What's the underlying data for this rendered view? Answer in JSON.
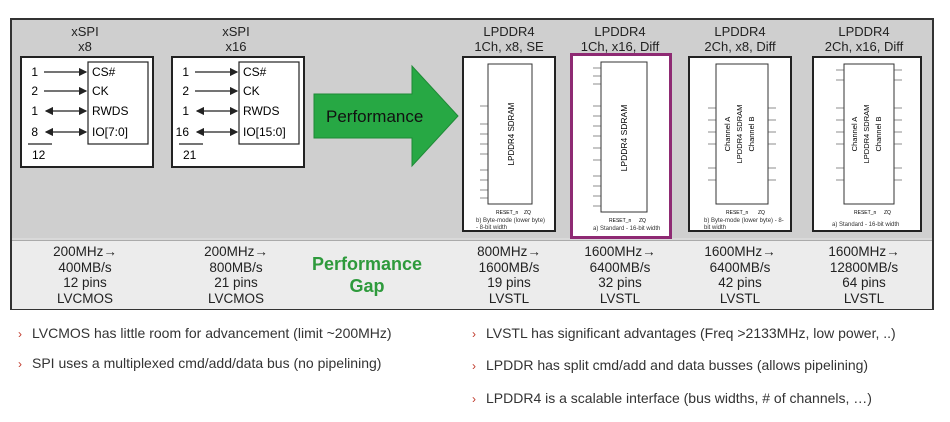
{
  "columns": [
    {
      "title": "xSPI",
      "subtitle": "x8"
    },
    {
      "title": "xSPI",
      "subtitle": "x16"
    },
    {
      "title": "LPDDR4",
      "subtitle": "1Ch, x8, SE"
    },
    {
      "title": "LPDDR4",
      "subtitle": "1Ch, x16, Diff"
    },
    {
      "title": "LPDDR4",
      "subtitle": "2Ch, x8, Diff"
    },
    {
      "title": "LPDDR4",
      "subtitle": "2Ch, x16, Diff"
    }
  ],
  "xspi_x8": {
    "signals": [
      {
        "count": "1",
        "name": "CS#"
      },
      {
        "count": "2",
        "name": "CK"
      },
      {
        "count": "1",
        "name": "RWDS"
      },
      {
        "count": "8",
        "name": "IO[7:0]"
      }
    ],
    "total": "12"
  },
  "xspi_x16": {
    "signals": [
      {
        "count": "1",
        "name": "CS#"
      },
      {
        "count": "2",
        "name": "CK"
      },
      {
        "count": "1",
        "name": "RWDS"
      },
      {
        "count": "16",
        "name": "IO[15:0]"
      }
    ],
    "total": "21"
  },
  "arrow_label": "Performance",
  "chip_label": "LPDDR4 SDRAM",
  "channel_a": "Channel A",
  "channel_b": "Channel B",
  "caption_byte": "b) Byte-mode (lower byte) - 8-bit width",
  "caption_std": "a) Standard - 16-bit width",
  "reset_label": "RESET_n",
  "zq_label": "ZQ",
  "specs": [
    {
      "freq": "200MHz→",
      "bw": "400MB/s",
      "pins": "12 pins",
      "io": "LVCMOS"
    },
    {
      "freq": "200MHz→",
      "bw": "800MB/s",
      "pins": "21 pins",
      "io": "LVCMOS"
    },
    {
      "freq": "800MHz→",
      "bw": "1600MB/s",
      "pins": "19 pins",
      "io": "LVSTL"
    },
    {
      "freq": "1600MHz→",
      "bw": "6400MB/s",
      "pins": "32 pins",
      "io": "LVSTL"
    },
    {
      "freq": "1600MHz→",
      "bw": "6400MB/s",
      "pins": "42 pins",
      "io": "LVSTL"
    },
    {
      "freq": "1600MHz→",
      "bw": "12800MB/s",
      "pins": "64 pins",
      "io": "LVSTL"
    }
  ],
  "gap_line1": "Performance",
  "gap_line2": "Gap",
  "bullets_left": [
    "LVCMOS has little room for advancement (limit ~200MHz)",
    "SPI uses a multiplexed cmd/add/data bus (no pipelining)"
  ],
  "bullets_right": [
    "LVSTL has significant advantages (Freq >2133MHz, low power, ..)",
    "LPDDR has split cmd/add and data busses (allows pipelining)",
    "LPDDR4 is a scalable interface (bus widths, # of channels, …)"
  ],
  "colors": {
    "arrow": "#27a844",
    "gap_text": "#2e9a3c",
    "highlight": "#8e2a73",
    "bullet_marker": "#c0392b"
  }
}
